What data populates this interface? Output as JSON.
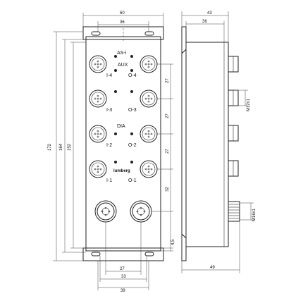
{
  "front_dims": {
    "width_60": "60",
    "inner_36": "36",
    "height_172": "172",
    "height_164": "164",
    "height_152": "152",
    "pitch_a": "27",
    "pitch_b": "27",
    "pitch_c": "27",
    "pitch_32": "32",
    "edge_4_5": "4,5",
    "bottom_27": "27",
    "bottom_33": "33",
    "bottom_39": "39"
  },
  "side_dims": {
    "depth_43": "43",
    "depth_36": "36",
    "depth_49": "49",
    "thread_m12": "M12x1",
    "thread_m16": "M16x1"
  },
  "labels": {
    "asi": "AS-i",
    "aux": "AUX",
    "dia": "DIA",
    "brand": "lumberg",
    "ports": [
      {
        "left": "I-4",
        "right": "O-4"
      },
      {
        "left": "I-3",
        "right": "O-3"
      },
      {
        "left": "I-2",
        "right": "O-2"
      },
      {
        "left": "I-1",
        "right": "O-1"
      }
    ]
  }
}
